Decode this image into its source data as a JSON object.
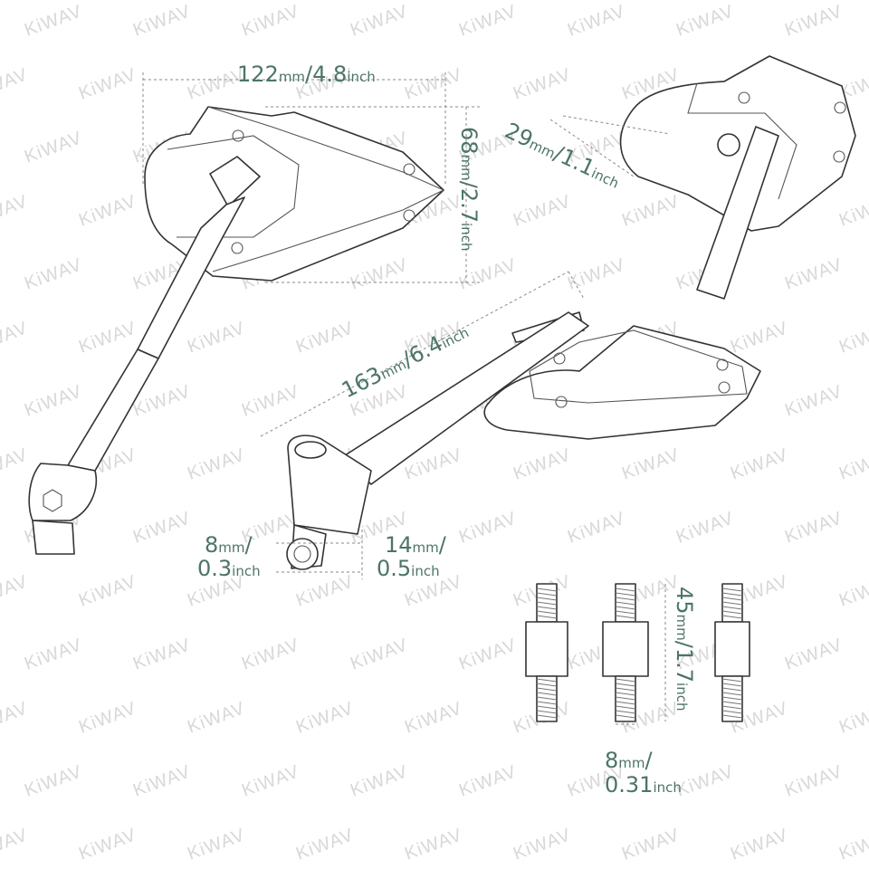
{
  "watermark": {
    "text": "KiWAV",
    "color": "#d8d8d8"
  },
  "colors": {
    "dimension_text": "#4c7566",
    "line_art": "#333333",
    "background": "#ffffff"
  },
  "dimensions": {
    "width": {
      "value": "122",
      "unit": "mm",
      "sep": "/",
      "value2": "4.8",
      "unit2": "inch"
    },
    "height": {
      "value": "68",
      "unit": "mm",
      "sep": "/",
      "value2": "2.7",
      "unit2": "inch"
    },
    "depth": {
      "value": "29",
      "unit": "mm",
      "sep": "/",
      "value2": "1.1",
      "unit2": "inch"
    },
    "arm_length": {
      "value": "163",
      "unit": "mm",
      "sep": "/",
      "value2": "6.4",
      "unit2": "inch"
    },
    "mount_hole": {
      "value": "8",
      "unit": "mm",
      "sep": "/",
      "value2": "0.3",
      "unit2": "inch"
    },
    "mount_width": {
      "value": "14",
      "unit": "mm",
      "sep": "/",
      "value2": "0.5",
      "unit2": "inch"
    },
    "bolt_length": {
      "value": "45",
      "unit": "mm",
      "sep": "/",
      "value2": "1.7",
      "unit2": "inch"
    },
    "bolt_thread": {
      "value": "8",
      "unit": "mm",
      "sep": "/",
      "value2": "0.31",
      "unit2": "inch"
    }
  }
}
